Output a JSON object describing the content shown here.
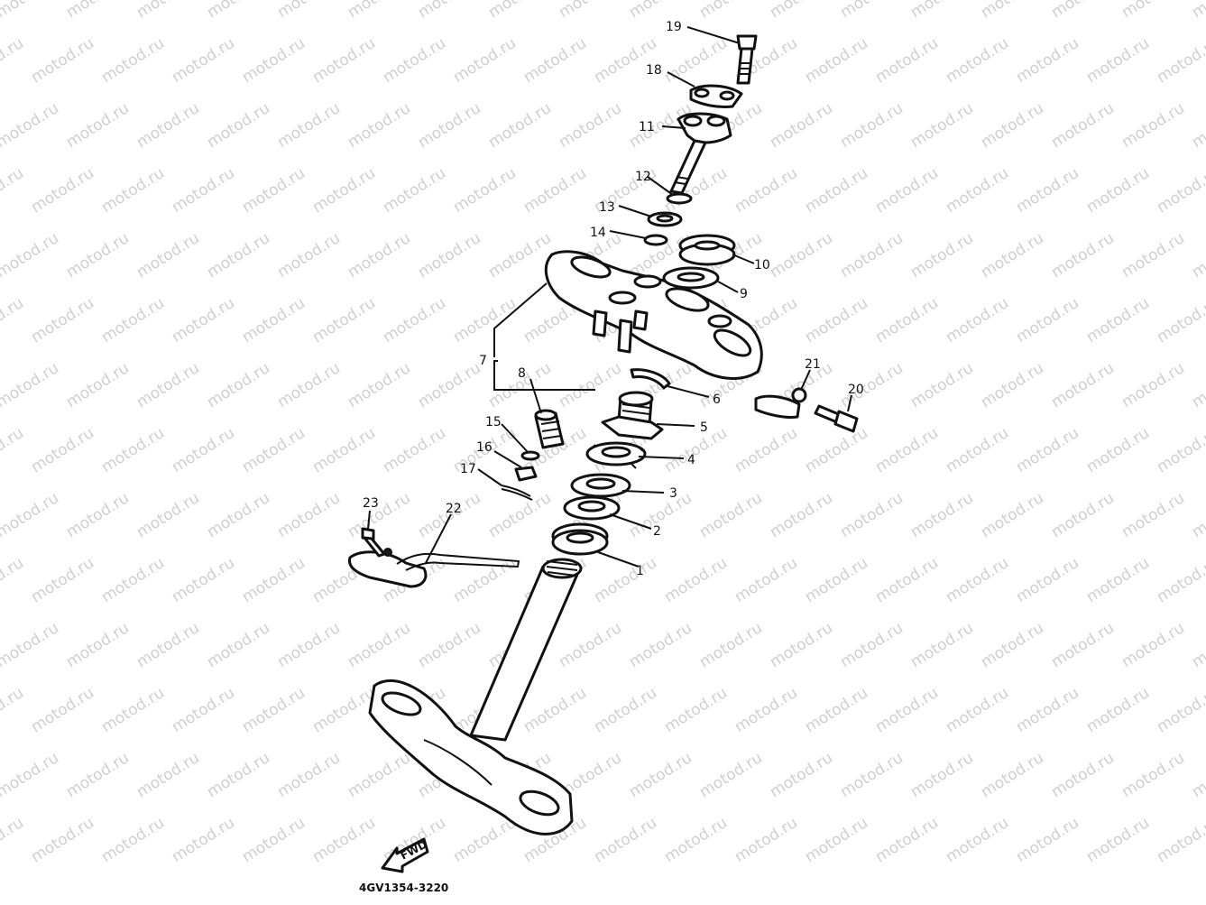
{
  "watermark": {
    "text": "motod.ru",
    "color": "#cfcfcf"
  },
  "drawing_ref": "4GV1354-3220",
  "fwd_label": "FWD",
  "callouts": [
    "1",
    "2",
    "3",
    "4",
    "5",
    "6",
    "7",
    "8",
    "9",
    "10",
    "11",
    "12",
    "13",
    "14",
    "15",
    "16",
    "17",
    "18",
    "19",
    "20",
    "21",
    "22",
    "23"
  ],
  "colors": {
    "line": "#111111",
    "background": "#ffffff"
  }
}
